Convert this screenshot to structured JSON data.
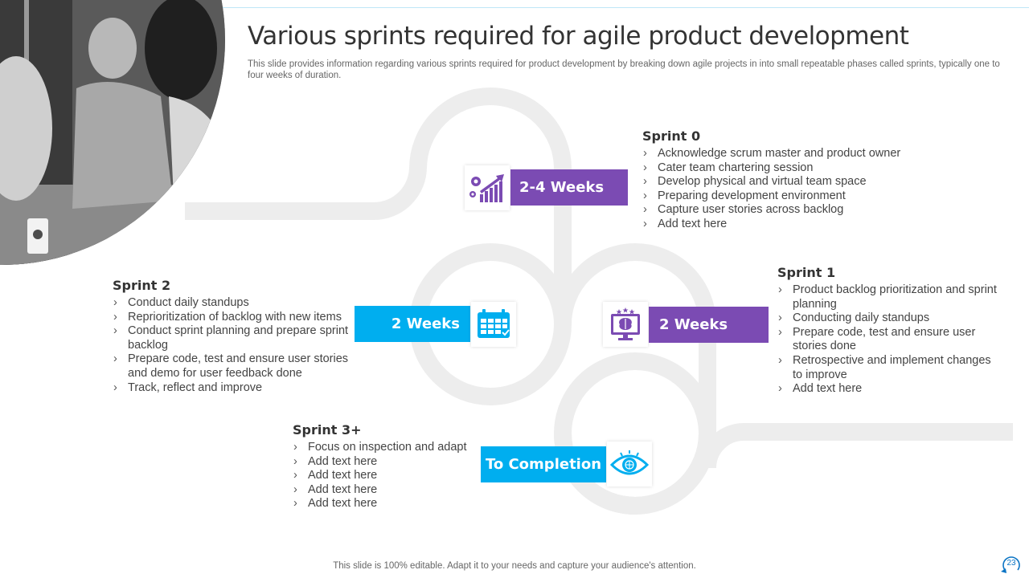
{
  "header": {
    "title": "Various sprints required for agile product development",
    "subtitle": "This slide provides information regarding various sprints required for product development by breaking down agile projects in into small repeatable phases called sprints, typically one to four weeks of duration."
  },
  "sprints": {
    "sprint0": {
      "title": "Sprint 0",
      "duration": "2-4 Weeks",
      "icon": "growth-chart-gear-icon",
      "items": [
        "Acknowledge scrum master and product owner",
        "Cater team chartering session",
        "Develop physical and virtual team space",
        "Preparing development environment",
        "Capture user stories across backlog",
        "Add text here"
      ]
    },
    "sprint1": {
      "title": "Sprint 1",
      "duration": "2 Weeks",
      "icon": "monitor-brain-icon",
      "items": [
        "Product backlog prioritization and sprint planning",
        "Conducting daily standups",
        "Prepare code, test and ensure user stories done",
        "Retrospective and implement changes to improve",
        "Add text here"
      ]
    },
    "sprint2": {
      "title": "Sprint 2",
      "duration": "2 Weeks",
      "icon": "calendar-check-icon",
      "items": [
        "Conduct daily standups",
        "Reprioritization of backlog with new items",
        "Conduct sprint planning and prepare sprint backlog",
        "Prepare code, test and ensure user stories and demo for user feedback done",
        "Track, reflect and improve"
      ]
    },
    "sprint3": {
      "title": "Sprint 3+",
      "duration": "To Completion",
      "icon": "eye-inspection-icon",
      "items": [
        "Focus on inspection and adapt",
        "Add text here",
        "Add text here",
        "Add text here",
        "Add text here"
      ]
    }
  },
  "footer": {
    "note": "This slide is 100% editable. Adapt it to your needs and capture your audience's attention.",
    "page_number": "23"
  },
  "colors": {
    "purple": "#7b4bb3",
    "blue": "#00aeef",
    "track": "#ededed",
    "title": "#333333"
  }
}
